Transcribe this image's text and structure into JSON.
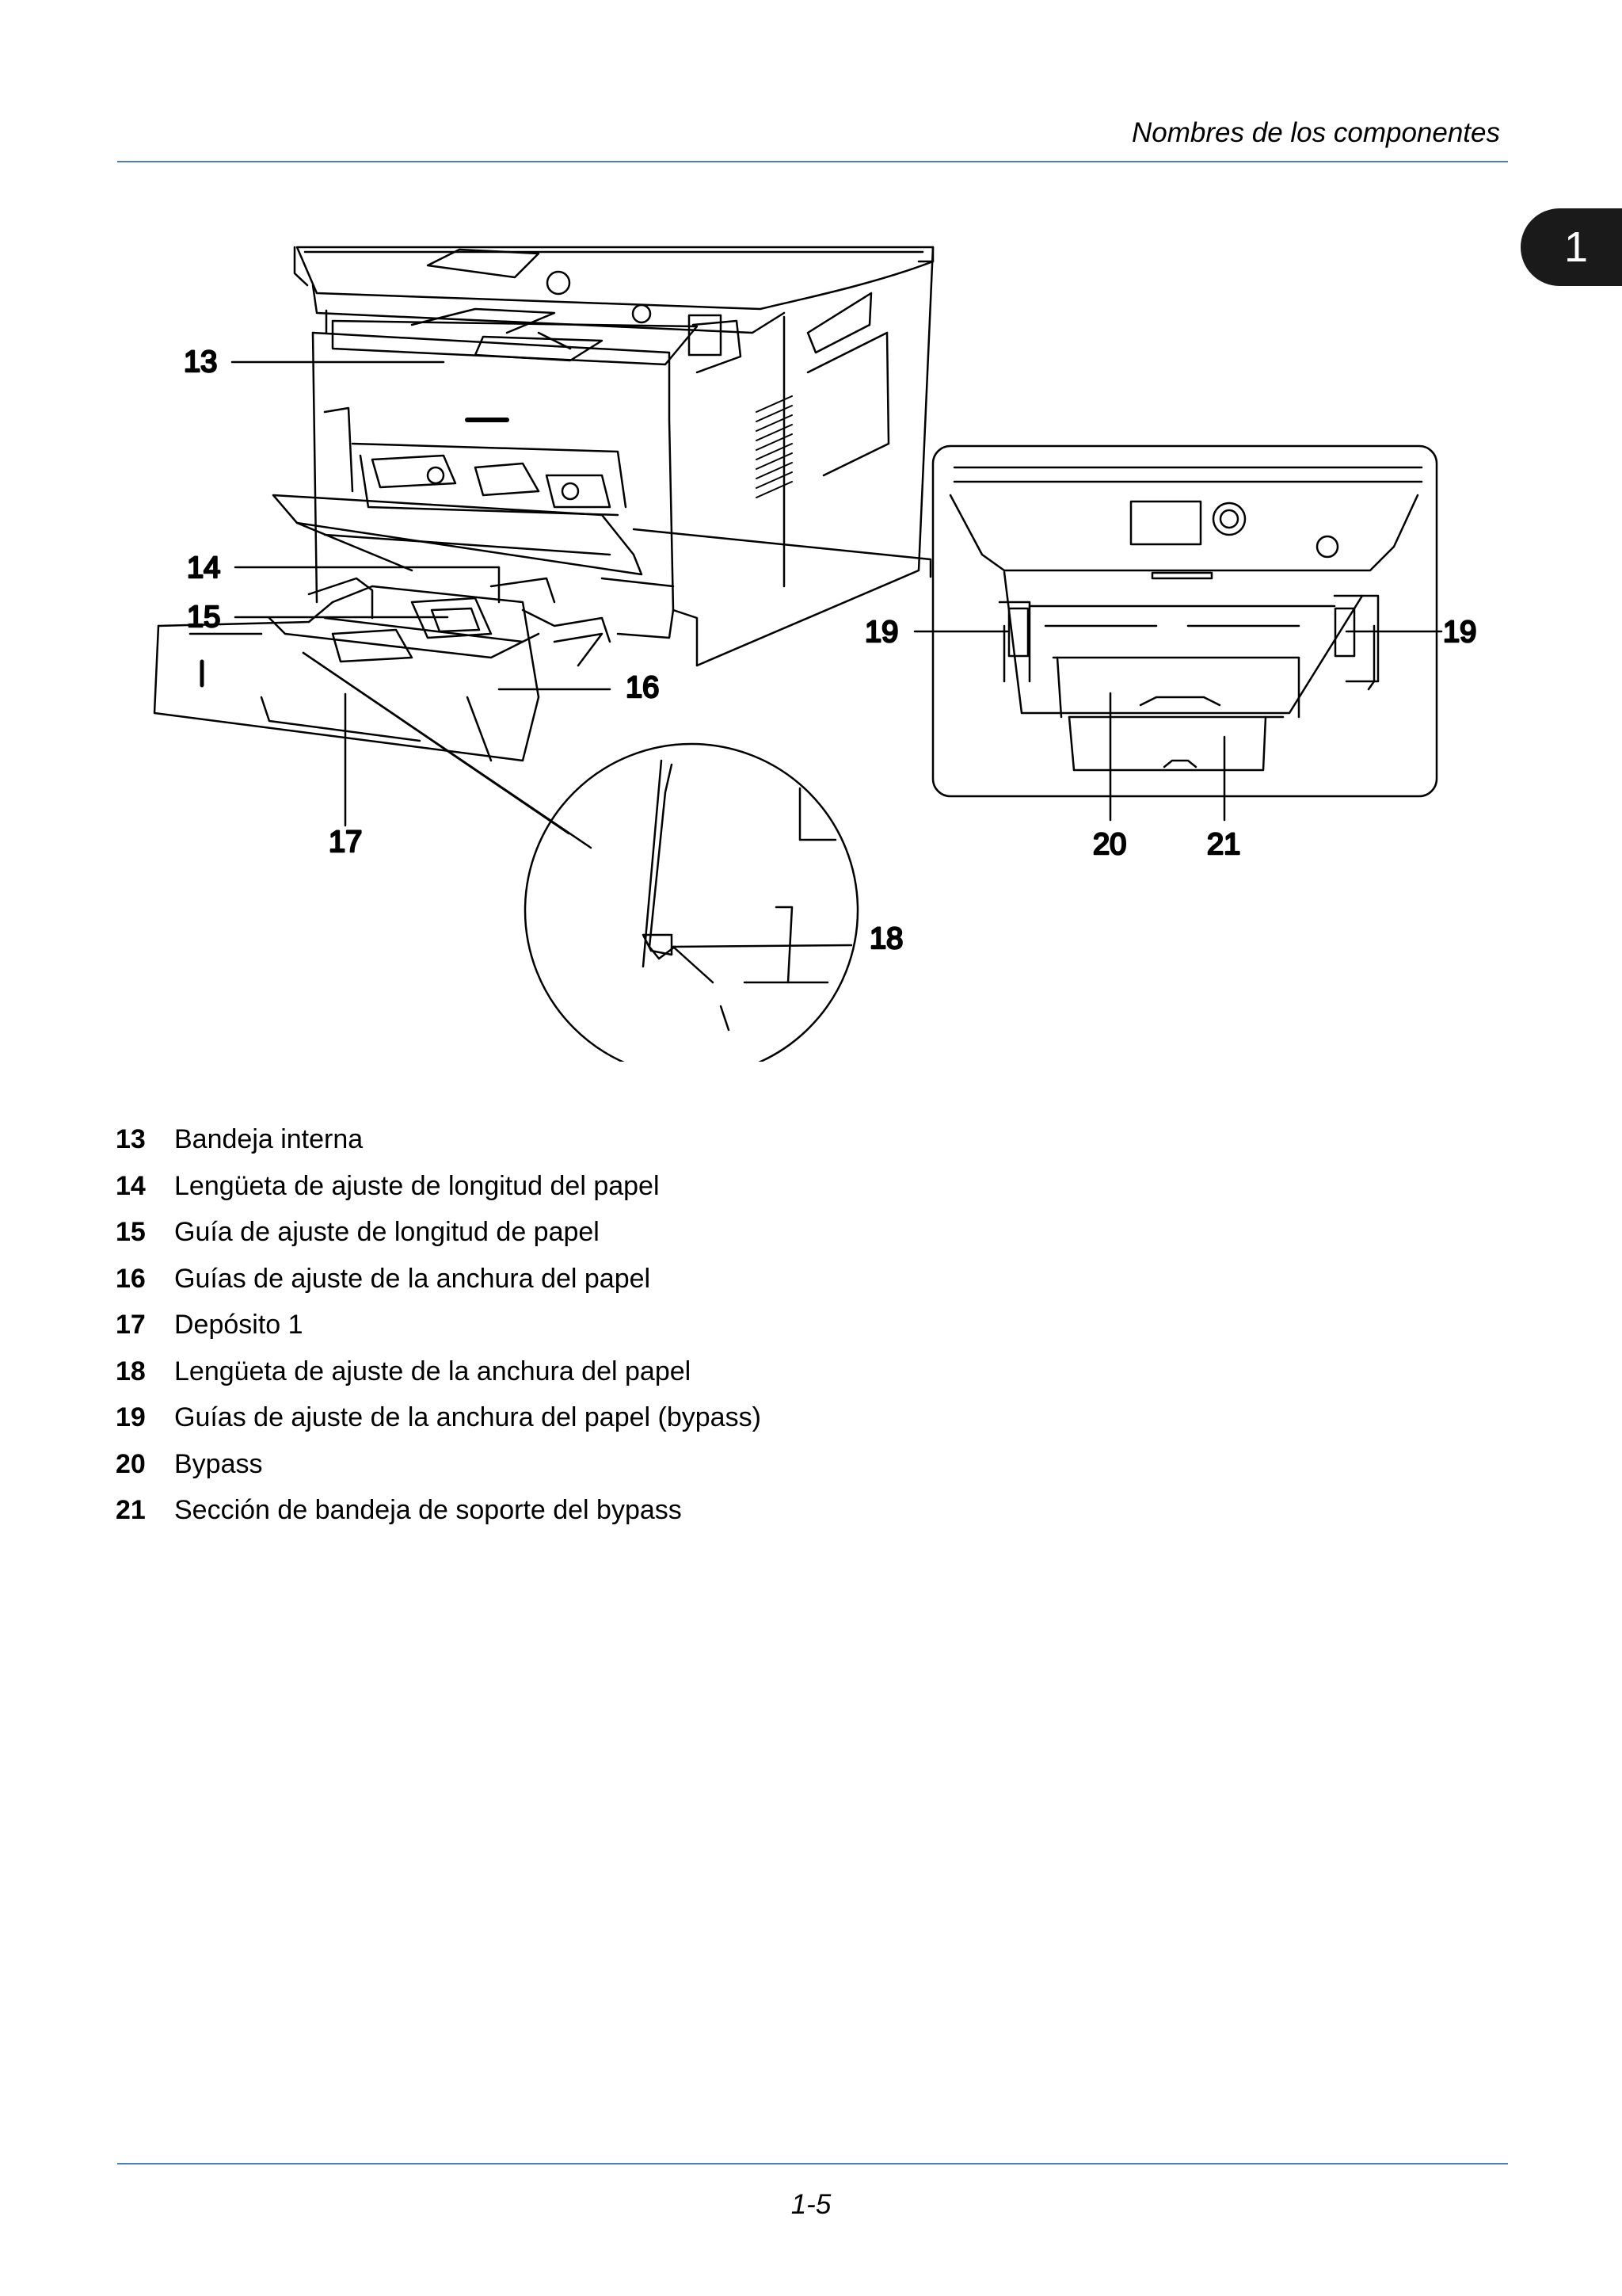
{
  "colors": {
    "rule": "#4a7cc1",
    "tab_bg": "#1a1a1a",
    "text": "#000000"
  },
  "header": {
    "title": "Nombres de los componentes"
  },
  "chapter_tab": {
    "label": "1"
  },
  "figure": {
    "callouts": [
      "13",
      "14",
      "15",
      "16",
      "17",
      "18",
      "19",
      "19",
      "20",
      "21"
    ]
  },
  "legend": [
    {
      "num": "13",
      "text": "Bandeja interna"
    },
    {
      "num": "14",
      "text": "Lengüeta de ajuste de longitud del papel"
    },
    {
      "num": "15",
      "text": "Guía de ajuste de longitud de papel"
    },
    {
      "num": "16",
      "text": "Guías de ajuste de la anchura del papel"
    },
    {
      "num": "17",
      "text": "Depósito 1"
    },
    {
      "num": "18",
      "text": "Lengüeta de ajuste de la anchura del papel"
    },
    {
      "num": "19",
      "text": "Guías de ajuste de la anchura del papel (bypass)"
    },
    {
      "num": "20",
      "text": "Bypass"
    },
    {
      "num": "21",
      "text": "Sección de bandeja de soporte del bypass"
    }
  ],
  "footer": {
    "page_number": "1-5"
  }
}
